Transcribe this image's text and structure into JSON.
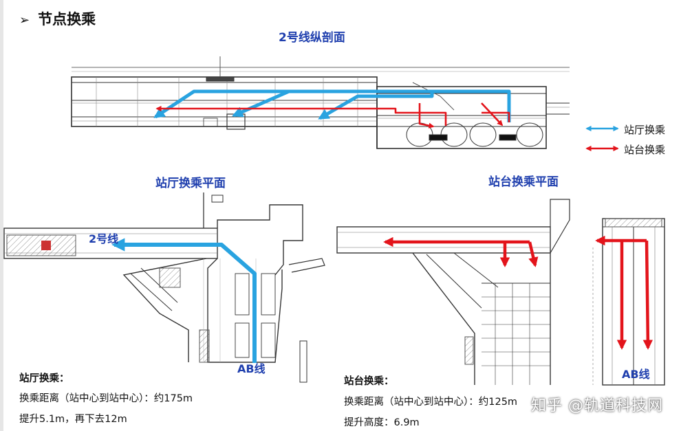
{
  "slide": {
    "bullet": "➢",
    "title": "节点换乘"
  },
  "sections": {
    "profile_title": "2号线纵剖面",
    "hall_plan_title": "站厅换乘平面",
    "platform_plan_title": "站台换乘平面"
  },
  "legend": {
    "hall_transfer": "站厅换乘",
    "platform_transfer": "站台换乘",
    "hall_color": "#29a3e0",
    "platform_color": "#e3141b"
  },
  "labels": {
    "line2": "2号线",
    "ab_line_left": "AB线",
    "ab_line_right": "AB线"
  },
  "hall_note": {
    "heading": "站厅换乘：",
    "distance": "换乘距离（站中心到站中心）：约175m",
    "elevation": "提升5.1m，再下去12m"
  },
  "platform_note": {
    "heading": "站台换乘：",
    "distance_prefix": "换乘距离（站中心到站中心）",
    "distance_value": "：约125m",
    "elevation": "提升高度：6.9m"
  },
  "watermark": "知乎 @轨道科技网"
}
